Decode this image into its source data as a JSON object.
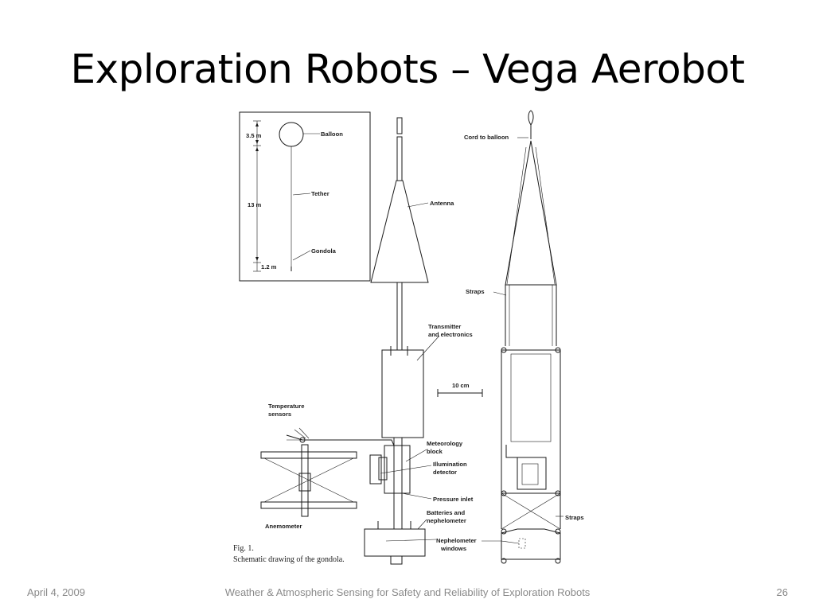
{
  "slide": {
    "title": "Exploration Robots – Vega Aerobot"
  },
  "figure": {
    "caption_line1": "Fig. 1.",
    "caption_line2": "Schematic drawing of the gondola.",
    "inset": {
      "labels": {
        "balloon": "Balloon",
        "tether": "Tether",
        "gondola": "Gondola"
      },
      "dimensions": {
        "d1": "3.5 m",
        "d2": "13 m",
        "d3": "1.2 m"
      }
    },
    "labels": {
      "antenna": "Antenna",
      "transmitter_1": "Transmitter",
      "transmitter_2": "and electronics",
      "scale": "10 cm",
      "temperature_1": "Temperature",
      "temperature_2": "sensors",
      "meteorology_1": "Meteorology",
      "meteorology_2": "block",
      "illumination_1": "Illumination",
      "illumination_2": "detector",
      "pressure": "Pressure inlet",
      "batteries_1": "Batteries and",
      "batteries_2": "nephelometer",
      "anemometer": "Anemometer",
      "cord": "Cord to balloon",
      "straps_top": "Straps",
      "straps_bottom": "Straps",
      "nephelometer_1": "Nephelometer",
      "nephelometer_2": "windows"
    }
  },
  "footer": {
    "date": "April 4, 2009",
    "title": "Weather & Atmospheric Sensing for Safety and Reliability of Exploration Robots",
    "page": "26"
  }
}
